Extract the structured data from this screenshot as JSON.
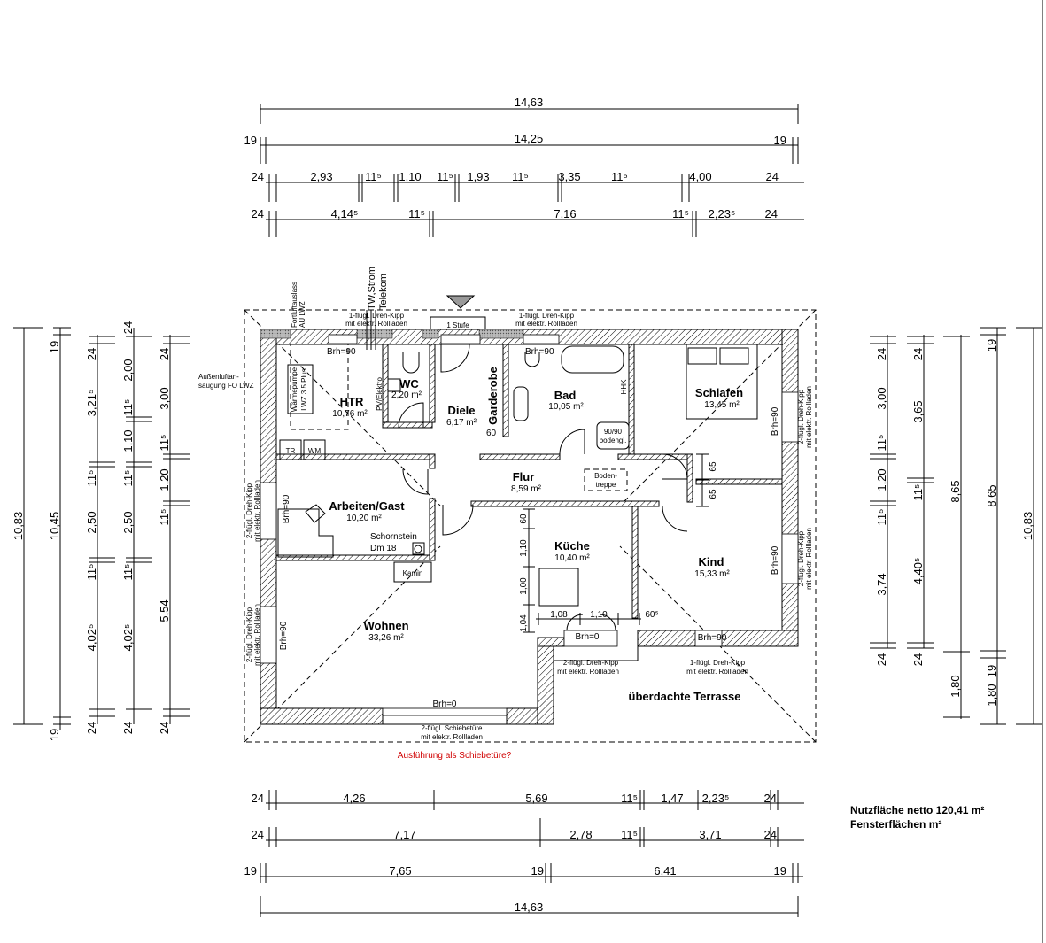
{
  "plan": {
    "summary": {
      "net_area": "Nutzfläche netto 120,41 m²",
      "window_area": "Fensterflächen  m²"
    },
    "question_note": "Ausführung als Schiebetüre?",
    "terrace_label": "überdachte Terrasse",
    "entrance_step": "1 Stufe",
    "colors": {
      "note_red": "#d00000",
      "line": "#000000",
      "entry_marker": "#999999"
    }
  },
  "rooms": [
    {
      "name": "HTR",
      "area": "10,76 m²"
    },
    {
      "name": "WC",
      "area": "2,20 m²"
    },
    {
      "name": "Diele",
      "area": "6,17 m²"
    },
    {
      "name": "Garderobe",
      "area": ""
    },
    {
      "name": "Bad",
      "area": "10,05 m²"
    },
    {
      "name": "Schlafen",
      "area": "13,45 m²"
    },
    {
      "name": "Flur",
      "area": "8,59 m²"
    },
    {
      "name": "Arbeiten/Gast",
      "area": "10,20 m²"
    },
    {
      "name": "Küche",
      "area": "10,40 m²"
    },
    {
      "name": "Kind",
      "area": "15,33 m²"
    },
    {
      "name": "Wohnen",
      "area": "33,26 m²"
    }
  ],
  "fixtures": {
    "heat_pump_line1": "Wärmepumpe",
    "heat_pump_line2": "LWZ 3.5 Plus",
    "dryer": "TR",
    "washer": "WM",
    "chimney_label": "Schornstein",
    "chimney_dm": "Dm 18",
    "fireplace": "Kamin",
    "shower_line1": "90/90",
    "shower_line2": "bodengl.",
    "attic_stairs_line1": "Boden-",
    "attic_stairs_line2": "treppe",
    "towel_radiator": "HHK",
    "pv_elektro": "PV/Elektro",
    "supply_tw_strom": "TW,Strom",
    "supply_telekom": "Telekom",
    "exhaust_line1": "Fortluftauslass",
    "exhaust_line2": "AU LWZ",
    "intake_line1": "Außenluftan-",
    "intake_line2": "saugung FO LWZ",
    "garderobe_depth": "60"
  },
  "windows": {
    "top_left": [
      "1-flügl. Dreh-Kipp",
      "mit elektr. Rollladen"
    ],
    "top_right": [
      "1-flügl. Dreh-Kipp",
      "mit elektr. Rollladen"
    ],
    "left_upper": [
      "2-flügl. Dreh-Kipp",
      "mit elektr. Rollladen"
    ],
    "left_lower": [
      "2-flügl. Dreh-Kipp",
      "mit elektr. Rollladen"
    ],
    "right_upper": [
      "2-flügl. Dreh-Kipp",
      "mit elektr. Rollladen"
    ],
    "right_lower": [
      "2-flügl. Dreh-Kipp",
      "mit elektr. Rollladen"
    ],
    "kitchen": [
      "2-flügl. Dreh-Kipp",
      "mit elektr. Rollladen"
    ],
    "kind_bottom": [
      "1-flügl. Dreh-Kipp",
      "mit elektr. Rollladen"
    ],
    "sliding_door": [
      "2-flügl. Schiebetüre",
      "mit elektr. Rollladen"
    ],
    "sill_heights": {
      "htr": "Brh=90",
      "bad": "Brh=90",
      "schlafen": "Brh=90",
      "kind_right": "Brh=90",
      "kind_bottom": "Brh=90",
      "arbeiten": "Brh=90",
      "wohnen": "Brh=90",
      "kueche": "Brh=0",
      "wohnen_bottom": "Brh=0"
    }
  },
  "kitchen_dims": {
    "vertical": [
      "60",
      "1,10",
      "1,00",
      "1,04"
    ],
    "horizontal": [
      "1,08",
      "1,10",
      "60⁵"
    ]
  },
  "kind_dims": [
    "65",
    "65"
  ],
  "dimensions": {
    "top": [
      {
        "row": 1,
        "values": [
          "14,63"
        ]
      },
      {
        "row": 2,
        "values": [
          "19",
          "14,25",
          "19"
        ]
      },
      {
        "row": 3,
        "values": [
          "24",
          "2,93",
          "11⁵",
          "1,10",
          "11⁵",
          "1,93",
          "11⁵",
          "3,35",
          "11⁵",
          "4,00",
          "24"
        ]
      },
      {
        "row": 4,
        "values": [
          "24",
          "4,14⁵",
          "11⁵",
          "7,16",
          "11⁵",
          "2,23⁵",
          "24"
        ]
      }
    ],
    "bottom": [
      {
        "row": 1,
        "values": [
          "24",
          "4,26",
          "5,69",
          "11⁵",
          "1,47",
          "2,23⁵",
          "24"
        ]
      },
      {
        "row": 2,
        "values": [
          "24",
          "7,17",
          "2,78",
          "11⁵",
          "3,71",
          "24"
        ]
      },
      {
        "row": 3,
        "values": [
          "19",
          "7,65",
          "19",
          "6,41",
          "19"
        ]
      },
      {
        "row": 4,
        "values": [
          "14,63"
        ]
      }
    ],
    "left": [
      {
        "col": 1,
        "values": [
          "10,83"
        ]
      },
      {
        "col": 2,
        "values": [
          "19",
          "10,45",
          "19"
        ]
      },
      {
        "col": 3,
        "values": [
          "24",
          "3,21⁵",
          "11⁵",
          "2,50",
          "11⁵",
          "4,02⁵",
          "24"
        ]
      },
      {
        "col": 4,
        "values": [
          "24",
          "2,00",
          "11⁵",
          "1,10",
          "11⁵",
          "2,50",
          "11⁵",
          "4,02⁵",
          "24"
        ]
      },
      {
        "col": 5,
        "values": [
          "24",
          "3,00",
          "11⁵",
          "1,20",
          "11⁵",
          "5,54",
          "24"
        ]
      }
    ],
    "right": [
      {
        "col": 1,
        "values": [
          "24",
          "3,00",
          "11⁵",
          "1,20",
          "11⁵",
          "3,74",
          "24"
        ]
      },
      {
        "col": 2,
        "values": [
          "24",
          "3,65",
          "11⁵",
          "4,40⁵",
          "24"
        ]
      },
      {
        "col": 3,
        "values": [
          "8,65",
          "1,80"
        ]
      },
      {
        "col": 4,
        "values": [
          "19",
          "8,65",
          "19",
          "1,80"
        ]
      },
      {
        "col": 5,
        "values": [
          "10,83"
        ]
      }
    ]
  }
}
